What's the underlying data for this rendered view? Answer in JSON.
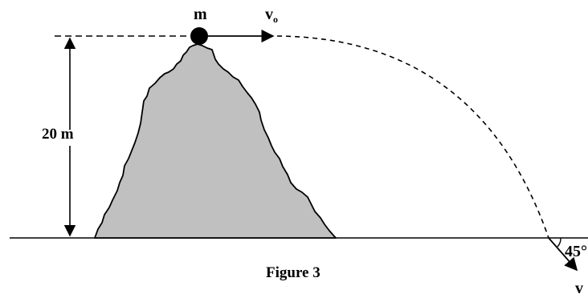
{
  "labels": {
    "mass": "m",
    "initial_velocity": "v",
    "initial_velocity_subscript": "o",
    "height": "20 m",
    "angle": "45°",
    "final_velocity": "v",
    "caption": "Figure 3"
  },
  "colors": {
    "ink": "#000000",
    "hill_fill": "#c0c0c0"
  }
}
